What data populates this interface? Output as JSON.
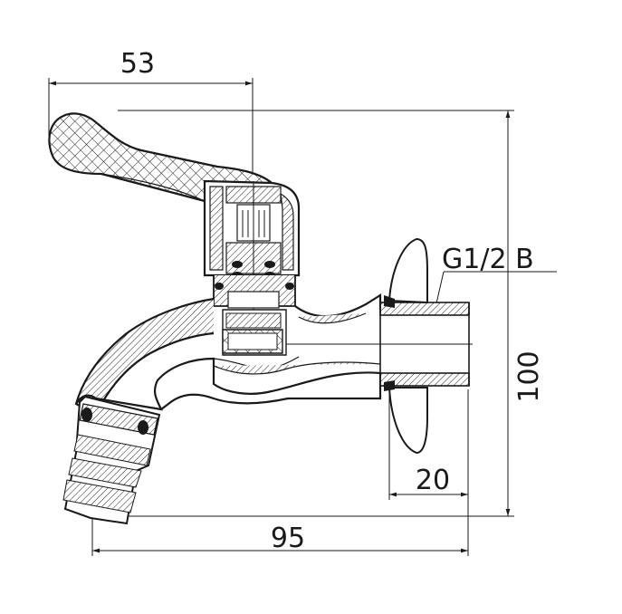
{
  "dimensions": {
    "handle_offset": "53",
    "thread": "G1/2 B",
    "height": "100",
    "thread_length": "20",
    "overall_length": "95"
  }
}
